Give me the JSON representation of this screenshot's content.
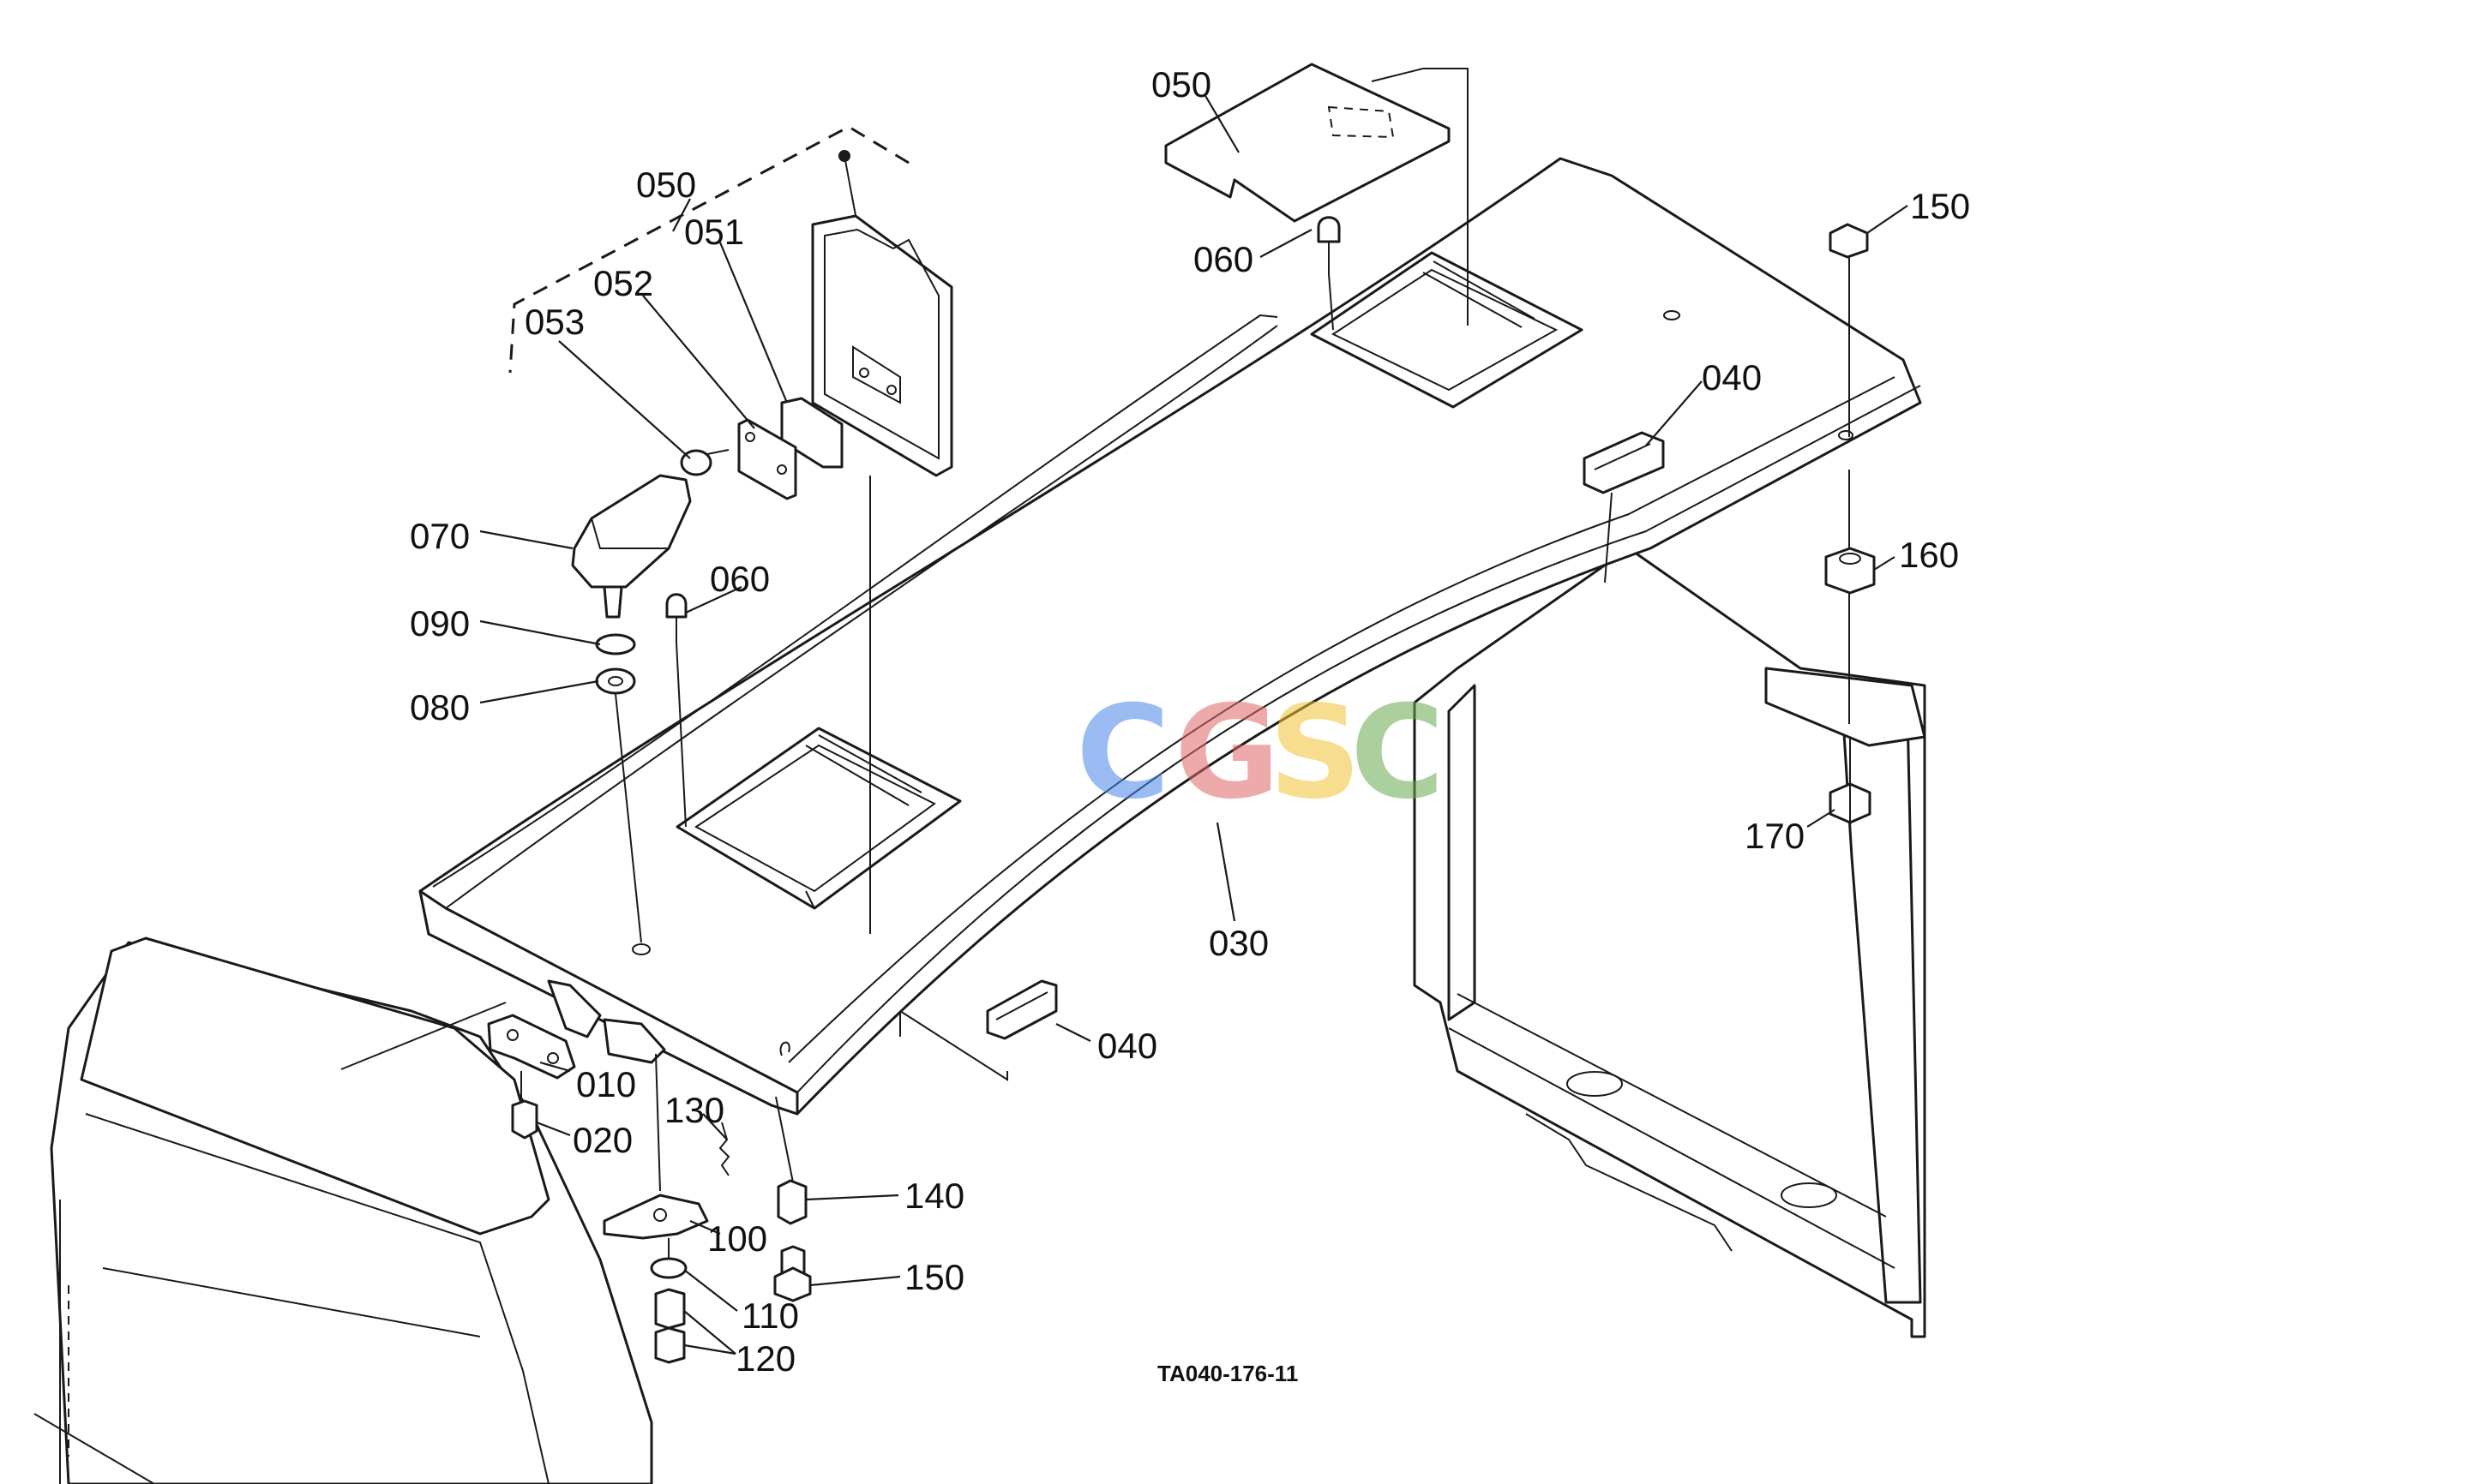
{
  "labels": {
    "p050_top": "050",
    "p050_left": "050",
    "p051": "051",
    "p052": "052",
    "p053": "053",
    "p060_top": "060",
    "p060_left": "060",
    "p070": "070",
    "p090": "090",
    "p080": "080",
    "p150_top": "150",
    "p040_right": "040",
    "p160": "160",
    "p170": "170",
    "p030": "030",
    "p040_bottom": "040",
    "p010": "010",
    "p020": "020",
    "p130": "130",
    "p140": "140",
    "p100": "100",
    "p150_bottom": "150",
    "p110": "110",
    "p120": "120"
  },
  "drawing_code": "TA040-176-11",
  "watermark": {
    "letters": [
      "C",
      "G",
      "S",
      "C"
    ],
    "colors": [
      "#4a86e8",
      "#e06666",
      "#f1c232",
      "#6aa84f"
    ]
  }
}
